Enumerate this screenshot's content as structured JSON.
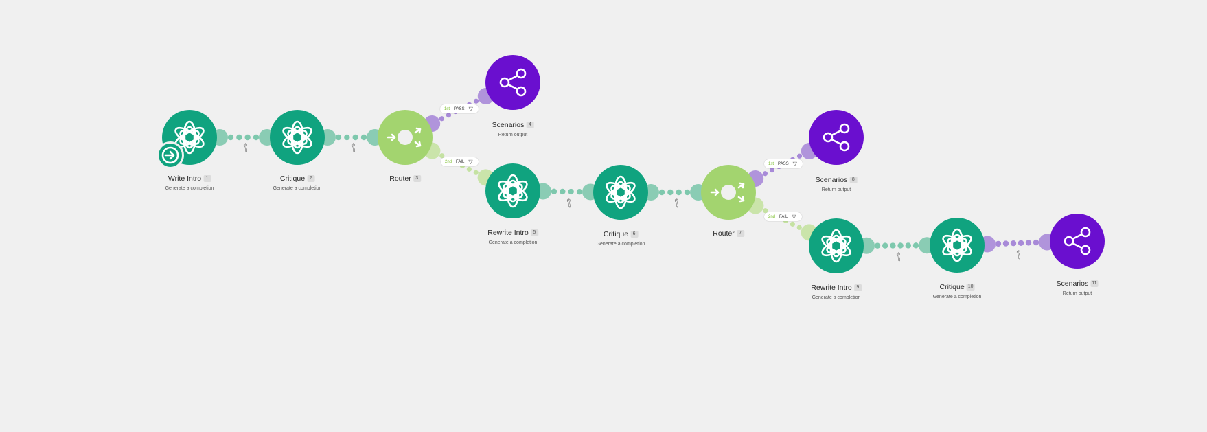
{
  "colors": {
    "openai": "#10a37f",
    "router": "#a3d46f",
    "scenarios": "#6a0fcf",
    "openai_dot": "#7ec8ad",
    "router_dot": "#c5e2a2",
    "scenario_dot": "#a88ad8",
    "background": "#f0f0f0"
  },
  "modules": [
    {
      "id": "n1",
      "title": "Write Intro",
      "badge": "1",
      "sub": "Generate a completion",
      "type": "openai",
      "icon": "openai-logo-icon"
    },
    {
      "id": "n2",
      "title": "Critique",
      "badge": "2",
      "sub": "Generate a completion",
      "type": "openai",
      "icon": "openai-logo-icon"
    },
    {
      "id": "n3",
      "title": "Router",
      "badge": "3",
      "sub": "",
      "type": "router",
      "icon": "router-icon"
    },
    {
      "id": "n4",
      "title": "Scenarios",
      "badge": "4",
      "sub": "Return output",
      "type": "scenarios",
      "icon": "share-icon"
    },
    {
      "id": "n5",
      "title": "Rewrite Intro",
      "badge": "5",
      "sub": "Generate a completion",
      "type": "openai",
      "icon": "openai-logo-icon"
    },
    {
      "id": "n6",
      "title": "Critique",
      "badge": "6",
      "sub": "Generate a completion",
      "type": "openai",
      "icon": "openai-logo-icon"
    },
    {
      "id": "n7",
      "title": "Router",
      "badge": "7",
      "sub": "",
      "type": "router",
      "icon": "router-icon"
    },
    {
      "id": "n8",
      "title": "Scenarios",
      "badge": "8",
      "sub": "Return output",
      "type": "scenarios",
      "icon": "share-icon"
    },
    {
      "id": "n9",
      "title": "Rewrite Intro",
      "badge": "9",
      "sub": "Generate a completion",
      "type": "openai",
      "icon": "openai-logo-icon"
    },
    {
      "id": "n10",
      "title": "Critique",
      "badge": "10",
      "sub": "Generate a completion",
      "type": "openai",
      "icon": "openai-logo-icon"
    },
    {
      "id": "n11",
      "title": "Scenarios",
      "badge": "11",
      "sub": "Return output",
      "type": "scenarios",
      "icon": "share-icon"
    }
  ],
  "filters": [
    {
      "order": "1st",
      "condition": "PASS"
    },
    {
      "order": "2nd",
      "condition": "FAIL"
    },
    {
      "order": "1st",
      "condition": "PASS"
    },
    {
      "order": "2nd",
      "condition": "FAIL"
    }
  ],
  "trigger_icon": "arrow-right-circle-icon",
  "wrench_icon": "wrench-icon"
}
